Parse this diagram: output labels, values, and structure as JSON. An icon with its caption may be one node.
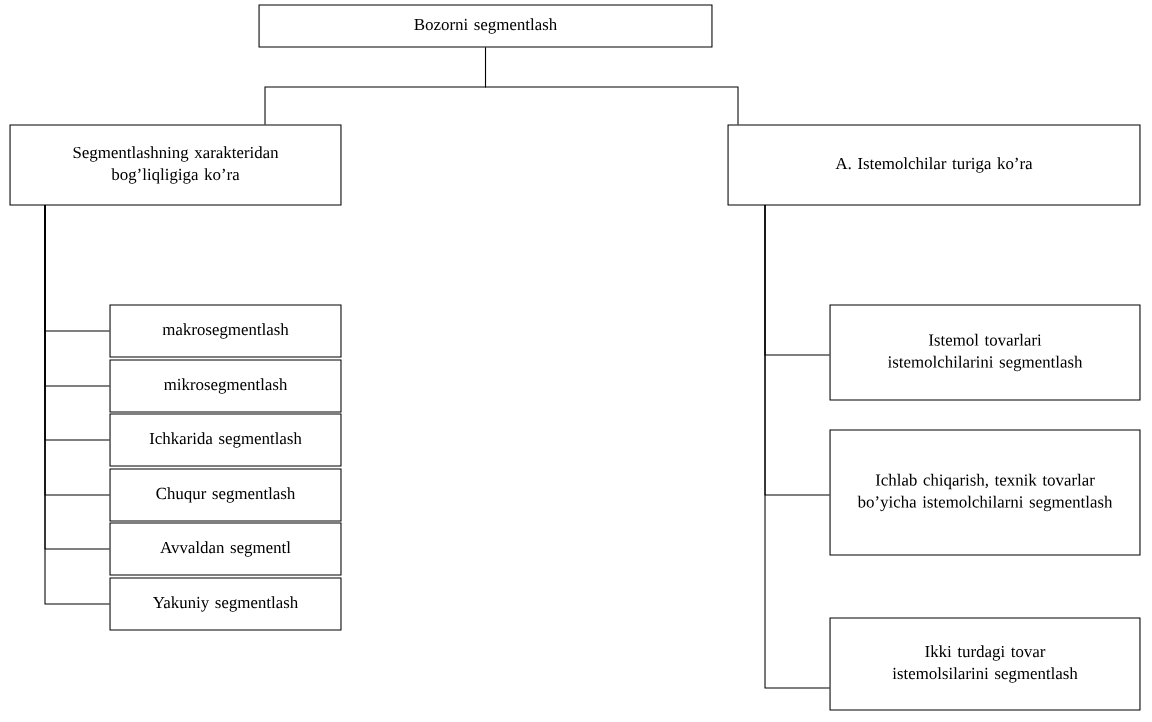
{
  "diagram": {
    "nodes": [
      {
        "text": [
          "Bozorni segmentlash"
        ]
      },
      {
        "text": [
          "Segmentlashning xarakteridan bog’liqligiga ko’ra"
        ]
      },
      {
        "text": [
          "A. Istemolchilar turiga ko’ra"
        ]
      },
      {
        "text": [
          "makrosegmentlash"
        ]
      },
      {
        "text": [
          "mikrosegmentlash"
        ]
      },
      {
        "text": [
          "Ichkarida segmentlash"
        ]
      },
      {
        "text": [
          "Chuqur segmentlash"
        ]
      },
      {
        "text": [
          "Avvaldan segmentl"
        ]
      },
      {
        "text": [
          "Yakuniy segmentlash"
        ]
      },
      {
        "text": [
          "Istemol tovarlari istemolchilarini segmentlash"
        ]
      },
      {
        "text": [
          "Ichlab chiqarish, texnik tovarlar bo’yicha istemolchilarni segmentlash"
        ]
      },
      {
        "text": [
          "Ikki turdagi tovar istemolsilarini segmentlash"
        ]
      }
    ],
    "edges": [
      {
        "from": 0,
        "to": 1,
        "arrow": "none"
      },
      {
        "from": 0,
        "to": 2,
        "arrow": "none"
      },
      {
        "from": 1,
        "to": 3,
        "arrow": "none"
      },
      {
        "from": 1,
        "to": 4,
        "arrow": "none"
      },
      {
        "from": 1,
        "to": 5,
        "arrow": "none"
      },
      {
        "from": 1,
        "to": 6,
        "arrow": "none"
      },
      {
        "from": 1,
        "to": 7,
        "arrow": "none"
      },
      {
        "from": 1,
        "to": 8,
        "arrow": "none"
      },
      {
        "from": 2,
        "to": 9,
        "arrow": "none"
      },
      {
        "from": 2,
        "to": 10,
        "arrow": "none"
      },
      {
        "from": 2,
        "to": 11,
        "arrow": "none"
      }
    ]
  }
}
